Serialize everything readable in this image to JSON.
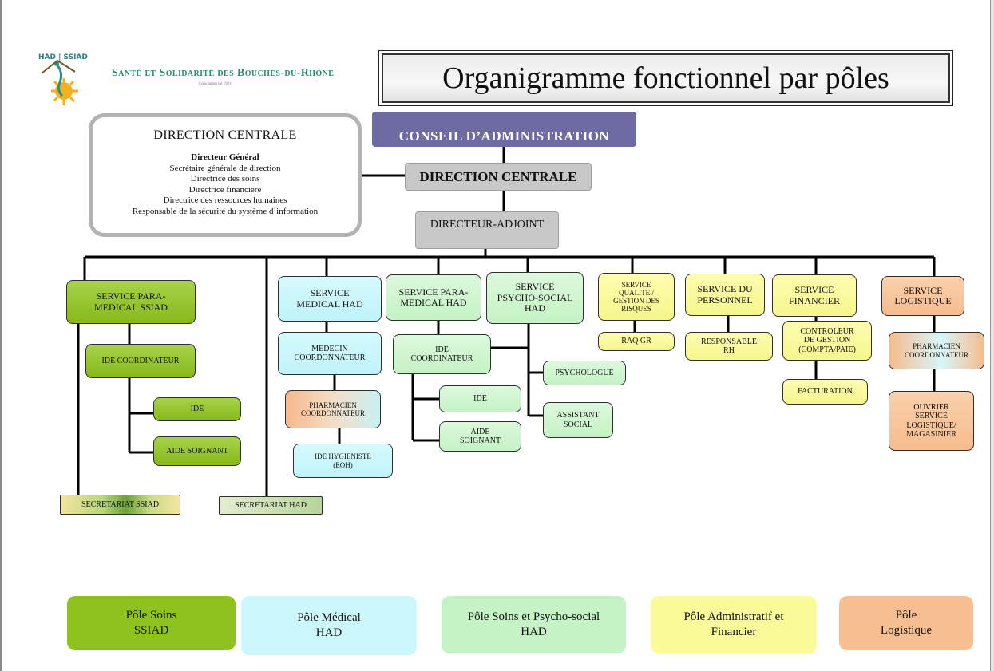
{
  "header": {
    "title": "Organigramme fonctionnel par pôles",
    "logo_text": "HAD | SSIAD",
    "org_name": "Santé et Solidarité des Bouches-du-Rhône",
    "org_subtitle": "Association loi 1901"
  },
  "direction_box": {
    "title": "DIRECTION CENTRALE",
    "members": [
      "Directeur Général",
      "Secrétaire générale de direction",
      "Directrice des soins",
      "Directrice financière",
      "Directrice des ressources humaines",
      "Responsable de la sécurité du système d’information"
    ]
  },
  "top": {
    "conseil": "CONSEIL D’ADMINISTRATION",
    "direction_centrale": "DIRECTION CENTRALE",
    "directeur_adjoint": "DIRECTEUR-ADJOINT"
  },
  "nodes": {
    "ssiad": "SERVICE PARA-\nMEDICAL SSIAD",
    "ssiad_ide_coord": "IDE COORDINATEUR",
    "ssiad_ide": "IDE",
    "ssiad_aide": "AIDE SOIGNANT",
    "secretariat_ssiad": "SECRETARIAT SSIAD",
    "secretariat_had": "SECRETARIAT HAD",
    "medical_had": "SERVICE\nMEDICAL HAD",
    "medecin": "MEDECIN\nCOORDONNATEUR",
    "pharmacien_had": "PHARMACIEN\nCOORDONNATEUR",
    "ide_hygieniste": "IDE HYGIENISTE\n(EOH)",
    "paramedical_had": "SERVICE PARA-\nMEDICAL HAD",
    "had_ide_coord": "IDE\nCOORDINATEUR",
    "had_ide": "IDE",
    "had_aide": "AIDE\nSOIGNANT",
    "psycho": "SERVICE\nPSYCHO-SOCIAL\nHAD",
    "psychologue": "PSYCHOLOGUE",
    "assistant_social": "ASSISTANT\nSOCIAL",
    "qualite": "SERVICE\nQUALITE /\nGESTION DES\nRISQUES",
    "raq": "RAQ GR",
    "personnel": "SERVICE DU\nPERSONNEL",
    "responsable_rh": "RESPONSABLE\nRH",
    "financier": "SERVICE\nFINANCIER",
    "controleur": "CONTROLEUR\nDE GESTION\n(COMPTA/PAIE)",
    "facturation": "FACTURATION",
    "logistique": "SERVICE\nLOGISTIQUE",
    "pharmacien_log": "PHARMACIEN\nCOORDONNATEUR",
    "ouvrier": "OUVRIER\nSERVICE\nLOGISTIQUE/\nMAGASINIER"
  },
  "legend": [
    "Pôle Soins\nSSIAD",
    "Pôle Médical\nHAD",
    "Pôle Soins et Psycho-social\nHAD",
    "Pôle Administratif et\nFinancier",
    "Pôle\nLogistique"
  ],
  "colors": {
    "ssiad_green": "#8bbc1e",
    "medical_blue": "#c6f5fb",
    "psycho_mint": "#c8f2c8",
    "admin_yellow": "#f8f891",
    "logistique_orange": "#f7be91",
    "conseil_purple": "#6e6ba3",
    "direction_grey": "#c8c8c8"
  }
}
